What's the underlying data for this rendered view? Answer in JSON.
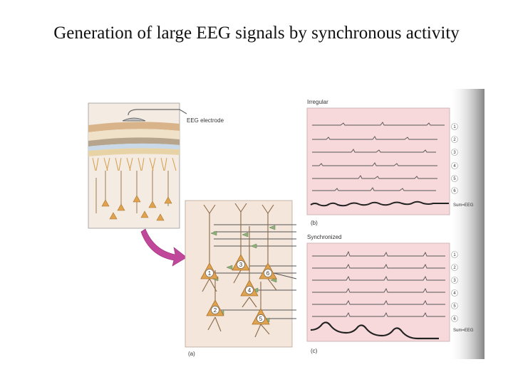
{
  "slide": {
    "title": "Generation of large EEG signals by synchronous activity"
  },
  "figure": {
    "electrode_label": "EEG electrode",
    "panel_a_label": "(a)",
    "panel_b_title": "Irregular",
    "panel_b_label": "(b)",
    "panel_c_title": "Synchronized",
    "panel_c_label": "(c)",
    "trace_numbers": [
      "1",
      "2",
      "3",
      "4",
      "5",
      "6"
    ],
    "sum_label": "Sum=EEG",
    "neuron_numbers": [
      "1",
      "2",
      "3",
      "4",
      "5",
      "6"
    ],
    "colors": {
      "neuron": "#e0a24c",
      "panel_bg": "#f5e6dc",
      "trace_bg": "#f8d9db",
      "arrow": "#c0479a",
      "synapse": "#8fb07a"
    }
  }
}
